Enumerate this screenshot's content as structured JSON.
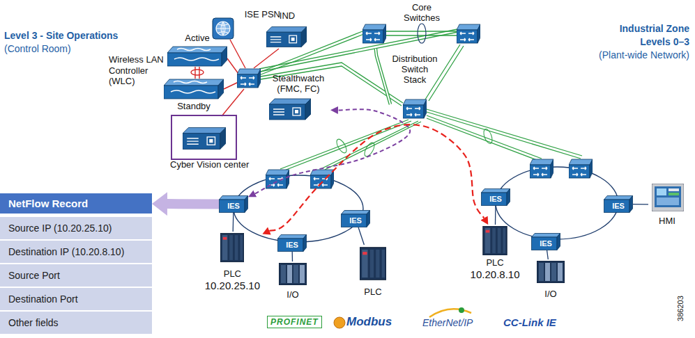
{
  "diagram": {
    "nodes": [
      {
        "text": [
          "ISE PSN"
        ]
      },
      {
        "text": [
          "IND"
        ]
      },
      {
        "text": [
          "Active"
        ]
      },
      {
        "text": [
          "Standby"
        ]
      },
      {
        "text": [
          "Core Switches"
        ]
      },
      {
        "text": [
          "Stealthwatch (FMC, FC)"
        ]
      },
      {
        "text": [
          "Distribution Switch Stack"
        ]
      },
      {
        "text": [
          "Cyber Vision center"
        ]
      },
      {
        "text": [
          "NetFlow Record"
        ]
      },
      {
        "text": [
          "Source IP (10.20.25.10)"
        ]
      },
      {
        "text": [
          "Destination IP (10.20.8.10)"
        ]
      },
      {
        "text": [
          "Source Port"
        ]
      },
      {
        "text": [
          "Destination Port"
        ]
      },
      {
        "text": [
          "Other fields"
        ]
      },
      {
        "text": [
          "IES"
        ]
      },
      {
        "text": [
          "IES"
        ]
      },
      {
        "text": [
          "IES"
        ]
      },
      {
        "text": [
          "PLC",
          "10.20.25.10"
        ]
      },
      {
        "text": [
          "I/O"
        ]
      },
      {
        "text": [
          "PLC"
        ]
      },
      {
        "text": [
          "IES"
        ]
      },
      {
        "text": [
          "IES"
        ]
      },
      {
        "text": [
          "IES"
        ]
      },
      {
        "text": [
          "PLC",
          "10.20.8.10"
        ]
      },
      {
        "text": [
          "I/O"
        ]
      },
      {
        "text": [
          "HMI"
        ]
      }
    ],
    "edges": [
      {
        "from": 6,
        "to": 4,
        "arrow": "none"
      },
      {
        "from": 14,
        "to": 8,
        "arrow": "to"
      },
      {
        "from": 14,
        "to": 5,
        "arrow": "both"
      },
      {
        "from": 17,
        "to": 23,
        "arrow": "both"
      },
      {
        "from": 14,
        "to": 17,
        "arrow": "none"
      },
      {
        "from": 16,
        "to": 18,
        "arrow": "none"
      },
      {
        "from": 15,
        "to": 19,
        "arrow": "none"
      },
      {
        "from": 20,
        "to": 23,
        "arrow": "none"
      },
      {
        "from": 22,
        "to": 24,
        "arrow": "none"
      },
      {
        "from": 21,
        "to": 25,
        "arrow": "none"
      }
    ],
    "labels": [
      "Level 3 - Site Operations",
      "(Control Room)",
      "Industrial Zone",
      "Levels 0–3",
      "(Plant-wide Network)",
      "Wireless LAN Controller (WLC)",
      "PROFINET",
      "Modbus",
      "EtherNet/IP",
      "CC-Link IE",
      "386203"
    ]
  }
}
